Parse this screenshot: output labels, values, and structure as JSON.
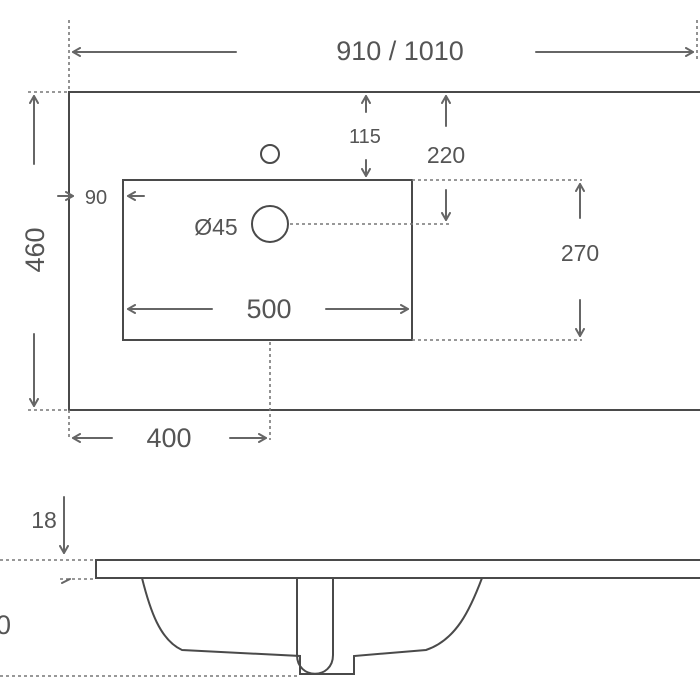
{
  "top_view": {
    "width_label": "910 / 1010",
    "depth_label": "460",
    "bowl_width_label": "500",
    "bowl_depth_label": "270",
    "bowl_offset_left_label": "90",
    "bowl_offset_top_label": "115",
    "drain_offset_top_label": "220",
    "drain_offset_left_label": "400",
    "drain_diameter_label": "Ø45"
  },
  "side_view": {
    "thickness_label": "18",
    "height_label_partial": "0"
  }
}
